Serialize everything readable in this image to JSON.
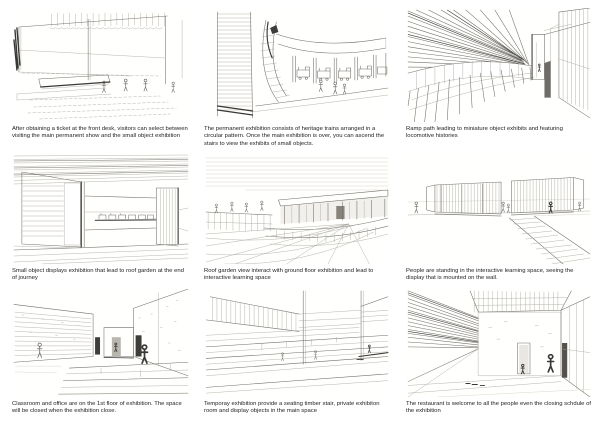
{
  "page": {
    "background": "#ffffff"
  },
  "colors": {
    "pencil": "#72706b",
    "pencil_dark": "#3a3834",
    "caption_text": "#1d1d1d",
    "paper": "#ffffff"
  },
  "figures": [
    {
      "id": "front-desk",
      "caption": "After obtaining a ticket at the front desk, visitors can select between visiting the main permanent show and the small object exhibition"
    },
    {
      "id": "permanent-exhibition",
      "caption": "The permanent exhibition consists of heritage trains arranged in a circular pattern. Once the main exhibition is over, you can ascend the stairs to view the exhibits of small objects."
    },
    {
      "id": "ramp-path",
      "caption": "Ramp path leading to miniature object exhibits and featuring locomotive histories"
    },
    {
      "id": "small-object-displays",
      "caption": "Small object displays exhibition that lead to roof garden at the end of journey"
    },
    {
      "id": "roof-garden",
      "caption": "Roof garden view interact with ground floor exhibition and lead to interactive learning space"
    },
    {
      "id": "interactive-learning",
      "caption": "People are standing in the interactive learning space, seeing the display that is mounted on the wall."
    },
    {
      "id": "classroom-office",
      "caption": "Classroom and office are on the 1st floor of exhibition. The space will be closed when the exhibition close."
    },
    {
      "id": "temporary-exhibition",
      "caption": "Temporay exhibition provide a seating timber stair, private exhibiton room and display objects in the main space"
    },
    {
      "id": "restaurant",
      "caption": "The restaurant is welcome to all the people even the closing schdule of the exhibition"
    }
  ]
}
